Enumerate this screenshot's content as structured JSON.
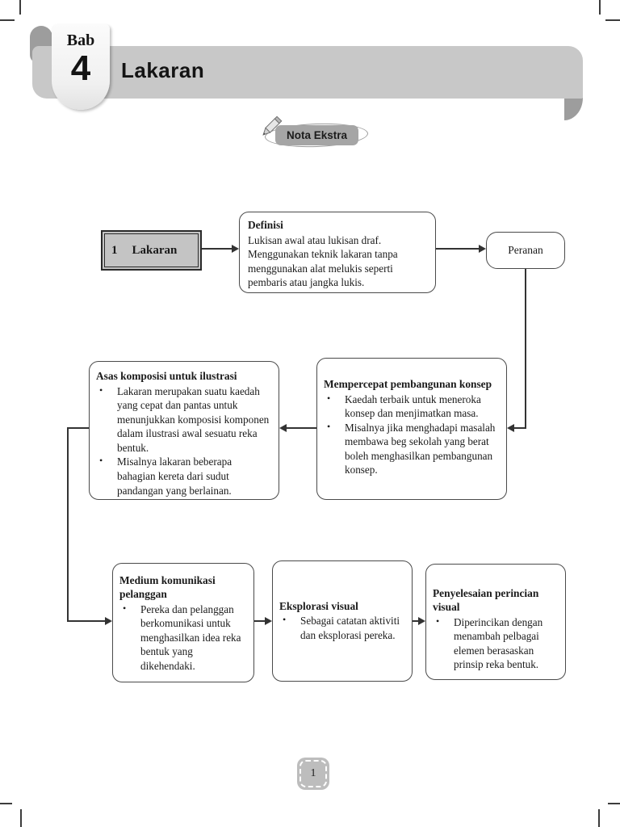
{
  "header": {
    "chapter_label": "Bab",
    "chapter_number": "4",
    "chapter_title": "Lakaran"
  },
  "note_badge": {
    "label": "Nota Ekstra",
    "icon": "pencil-icon"
  },
  "footer": {
    "page_number": "1"
  },
  "colors": {
    "banner_gray": "#c8c8c8",
    "banner_fold_gray": "#9d9d9d",
    "root_node_fill": "#c4c4c4",
    "badge_pill_gray": "#a5a5a5",
    "page_badge_gray": "#bdbdbd",
    "line": "#333333"
  },
  "diagram": {
    "root": {
      "number": "1",
      "label": "Lakaran"
    },
    "definisi": {
      "title": "Definisi",
      "body": "Lukisan awal atau lukisan draf. Menggunakan teknik lakaran tanpa menggunakan alat melukis seperti pembaris atau jangka lukis."
    },
    "peranan": {
      "title": "Peranan"
    },
    "asas": {
      "title": "Asas komposisi untuk ilustrasi",
      "bullets": [
        "Lakaran merupakan suatu kaedah yang cepat dan pantas untuk menunjukkan komposisi komponen dalam ilustrasi awal sesuatu reka bentuk.",
        "Misalnya lakaran beberapa bahagian kereta dari sudut pandangan yang berlainan."
      ]
    },
    "mempercepat": {
      "title": "Mempercepat pembangunan konsep",
      "bullets": [
        "Kaedah terbaik untuk meneroka konsep dan menjimatkan masa.",
        "Misalnya jika menghadapi masalah membawa beg sekolah yang berat boleh menghasilkan pembangunan konsep."
      ]
    },
    "medium": {
      "title": "Medium komunikasi pelanggan",
      "bullets": [
        "Pereka dan pelanggan berkomunikasi untuk menghasilkan idea reka bentuk yang dikehendaki."
      ]
    },
    "eksplorasi": {
      "title": "Eksplorasi visual",
      "bullets": [
        "Sebagai catatan aktiviti dan eksplorasi pereka."
      ]
    },
    "penyelesaian": {
      "title": "Penyelesaian perincian visual",
      "bullets": [
        "Diperincikan dengan menambah pelbagai elemen berasaskan prinsip reka bentuk."
      ]
    }
  }
}
